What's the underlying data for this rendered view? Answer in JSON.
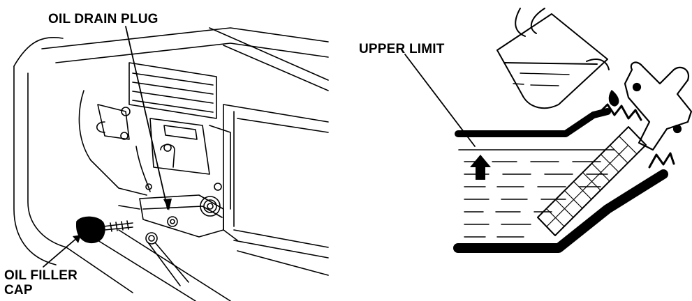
{
  "callouts": {
    "oil_drain_plug": "OIL DRAIN PLUG",
    "oil_filler_cap_line1": "OIL FILLER",
    "oil_filler_cap_line2": "CAP",
    "upper_limit": "UPPER LIMIT"
  },
  "colors": {
    "line": "#000000",
    "background": "#ffffff"
  }
}
